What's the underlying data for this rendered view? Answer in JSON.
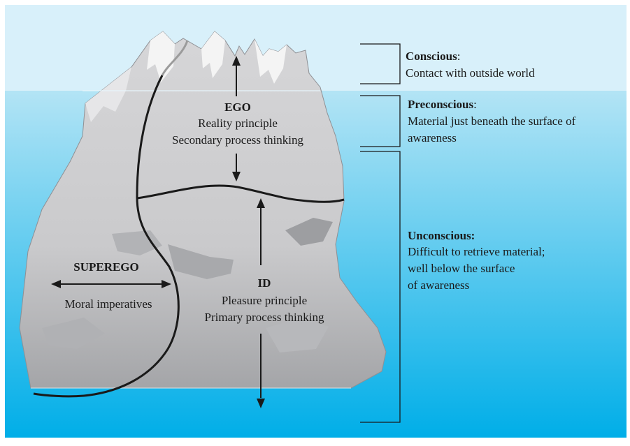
{
  "diagram": {
    "colors": {
      "sky": "#d8f0fa",
      "water_top": "#b3e4f5",
      "water_bottom": "#00aee8",
      "ice": "#c9c9cb",
      "ice_light": "#f4f4f4",
      "ice_dark": "#9d9ea1",
      "line": "#1a1a1a"
    },
    "ego": {
      "title": "EGO",
      "line1": "Reality principle",
      "line2": "Secondary process thinking"
    },
    "superego": {
      "title": "SUPEREGO",
      "line1": "Moral imperatives"
    },
    "id": {
      "title": "ID",
      "line1": "Pleasure principle",
      "line2": "Primary process thinking"
    },
    "levels": {
      "conscious": {
        "title": "Conscious",
        "suffix": ":",
        "line1": "Contact with outside world"
      },
      "preconscious": {
        "title": "Preconscious",
        "suffix": ":",
        "line1": "Material just beneath the surface of",
        "line2": "awareness"
      },
      "unconscious": {
        "title": "Unconscious:",
        "line1": "Difficult to retrieve material;",
        "line2": "well below the surface",
        "line3": "of awareness"
      }
    }
  }
}
